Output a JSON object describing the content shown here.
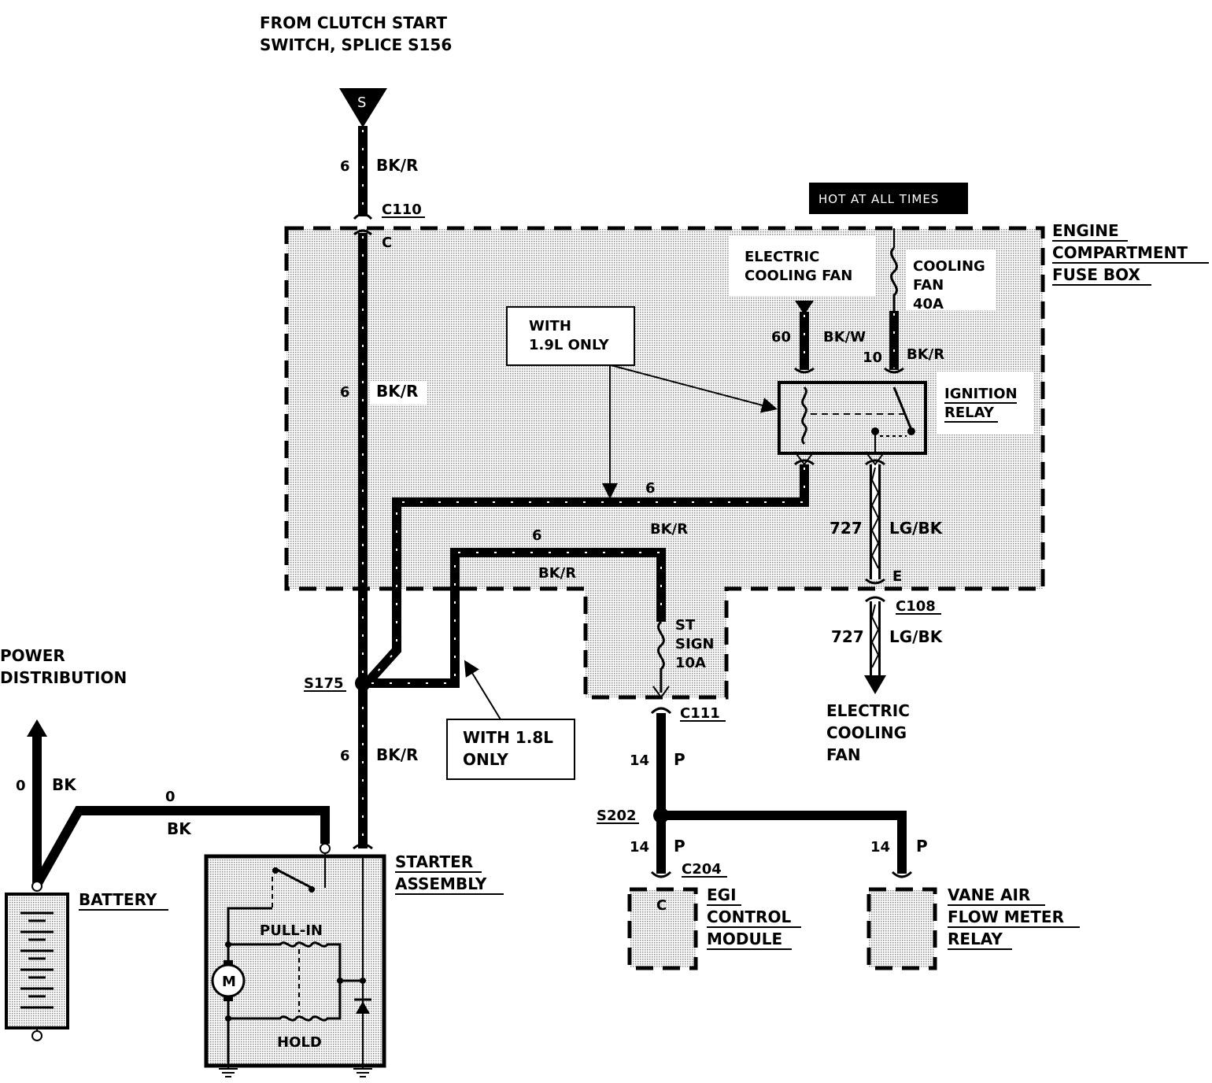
{
  "source": {
    "line1": "FROM CLUTCH START",
    "line2": "SWITCH, SPLICE S156",
    "connector_letter": "S"
  },
  "top_wire": {
    "gauge": "6",
    "color": "BK/R"
  },
  "hot_banner": "HOT AT ALL TIMES",
  "fuse_box": {
    "line1": "ENGINE",
    "line2": "COMPARTMENT",
    "line3": "FUSE BOX"
  },
  "c110": {
    "connector": "C110",
    "pin": "C"
  },
  "main_wire": {
    "gauge": "6",
    "color": "BK/R"
  },
  "electric_cooling_fan_label": {
    "line1": "ELECTRIC",
    "line2": "COOLING FAN"
  },
  "cooling_fan_fuse": {
    "line1": "COOLING",
    "line2": "FAN",
    "line3": "40A"
  },
  "wire_60": {
    "gauge": "60",
    "color": "BK/W"
  },
  "wire_10": {
    "gauge": "10",
    "color": "BK/R"
  },
  "note_19": {
    "line1": "WITH",
    "line2": "1.9L ONLY"
  },
  "ignition_relay": {
    "line1": "IGNITION",
    "line2": "RELAY"
  },
  "relay_wire": {
    "gauge": "6",
    "color": "BK/R"
  },
  "wire_727_top": {
    "gauge": "727",
    "color": "LG/BK"
  },
  "second_wire": {
    "gauge": "6",
    "color": "BK/R"
  },
  "c108": {
    "connector": "C108",
    "pin": "E"
  },
  "wire_727_bottom": {
    "gauge": "727",
    "color": "LG/BK"
  },
  "electric_cooling_fan_dest": {
    "line1": "ELECTRIC",
    "line2": "COOLING",
    "line3": "FAN"
  },
  "st_sign_fuse": {
    "line1": "ST",
    "line2": "SIGN",
    "line3": "10A"
  },
  "c111": "C111",
  "s175": "S175",
  "note_18": {
    "line1": "WITH 1.8L",
    "line2": "ONLY"
  },
  "power_distribution": {
    "line1": "POWER",
    "line2": "DISTRIBUTION"
  },
  "lower_main_wire": {
    "gauge": "6",
    "color": "BK/R"
  },
  "battery_wire_vertical": {
    "gauge": "0",
    "color": "BK"
  },
  "battery_wire_horizontal": {
    "gauge": "0",
    "color": "BK"
  },
  "battery": "BATTERY",
  "starter": {
    "line1": "STARTER",
    "line2": "ASSEMBLY",
    "pull_in": "PULL-IN",
    "hold": "HOLD",
    "motor": "M"
  },
  "wire_14_top": {
    "gauge": "14",
    "color": "P"
  },
  "s202": "S202",
  "wire_14_egi": {
    "gauge": "14",
    "color": "P"
  },
  "wire_14_vane": {
    "gauge": "14",
    "color": "P"
  },
  "c204": {
    "connector": "C204",
    "pin": "C"
  },
  "egi": {
    "line1": "EGI",
    "line2": "CONTROL",
    "line3": "MODULE"
  },
  "vane": {
    "line1": "VANE AIR",
    "line2": "FLOW METER",
    "line3": "RELAY"
  }
}
